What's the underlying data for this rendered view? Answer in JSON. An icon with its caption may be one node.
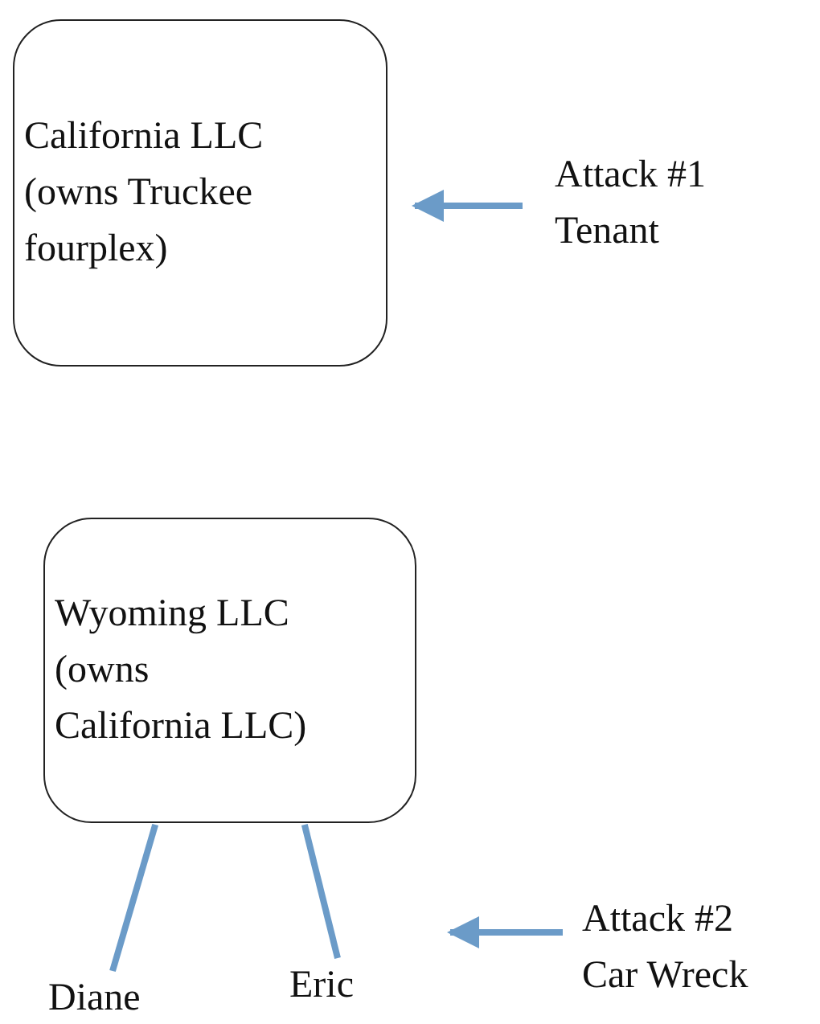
{
  "diagram": {
    "nodes": [
      {
        "text": [
          "California LLC (owns Truckee fourplex)"
        ]
      },
      {
        "text": [
          "Attack #1 Tenant"
        ]
      },
      {
        "text": [
          "Wyoming LLC (owns California LLC)"
        ]
      },
      {
        "text": [
          "Diane"
        ]
      },
      {
        "text": [
          "Eric"
        ]
      },
      {
        "text": [
          "Attack #2 Car Wreck"
        ]
      }
    ],
    "edges": [
      {
        "from": 1,
        "to": 0,
        "arrow": "to"
      },
      {
        "from": 2,
        "to": 3,
        "arrow": "none"
      },
      {
        "from": 2,
        "to": 4,
        "arrow": "none"
      },
      {
        "from": 5,
        "to": null,
        "arrow": "to"
      }
    ]
  }
}
